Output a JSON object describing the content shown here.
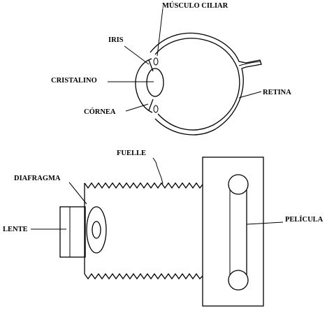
{
  "eye_diagram": {
    "labels": {
      "musculo_ciliar": "MÚSCULO CILIAR",
      "iris": "IRIS",
      "cristalino": "CRISTALINO",
      "cornea": "CÓRNEA",
      "retina": "RETINA"
    }
  },
  "camera_diagram": {
    "labels": {
      "fuelle": "FUELLE",
      "diafragma": "DIAFRAGMA",
      "lente": "LENTE",
      "pelicula": "PELÍCULA"
    }
  }
}
